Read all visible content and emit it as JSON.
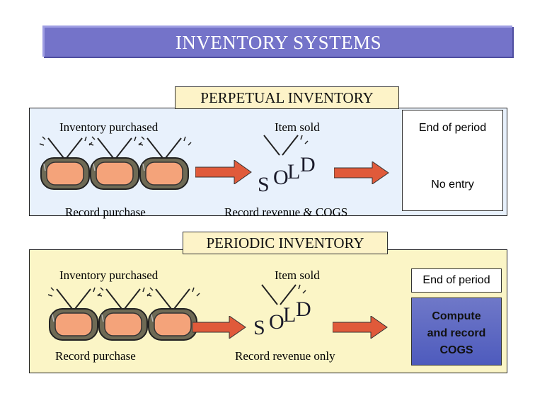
{
  "title": "INVENTORY SYSTEMS",
  "perpetual": {
    "section_label": "PERPETUAL INVENTORY",
    "inventory_purchased": "Inventory purchased",
    "item_sold": "Item sold",
    "record_purchase": "Record purchase",
    "record_revenue": "Record revenue & COGS",
    "end_of_period": "End of period",
    "end_entry": "No entry",
    "sold_text": [
      "S",
      "O",
      "L",
      "D"
    ]
  },
  "periodic": {
    "section_label": "PERIODIC INVENTORY",
    "inventory_purchased": "Inventory purchased",
    "item_sold": "Item sold",
    "record_purchase": "Record purchase",
    "record_revenue": "Record revenue only",
    "end_of_period": "End of period",
    "end_entry_lines": [
      "Compute",
      "and record",
      "COGS"
    ],
    "sold_text": [
      "S",
      "O",
      "L",
      "D"
    ]
  },
  "colors": {
    "title_bg": "#7473c9",
    "perpetual_bg": "#e8f1fc",
    "periodic_bg": "#fbf5c6",
    "arrow": "#e05a3a",
    "tv_screen": "#f4a37a",
    "compute_box": "#5a66c2"
  },
  "icons": [
    "tv-icon",
    "right-arrow-icon"
  ]
}
